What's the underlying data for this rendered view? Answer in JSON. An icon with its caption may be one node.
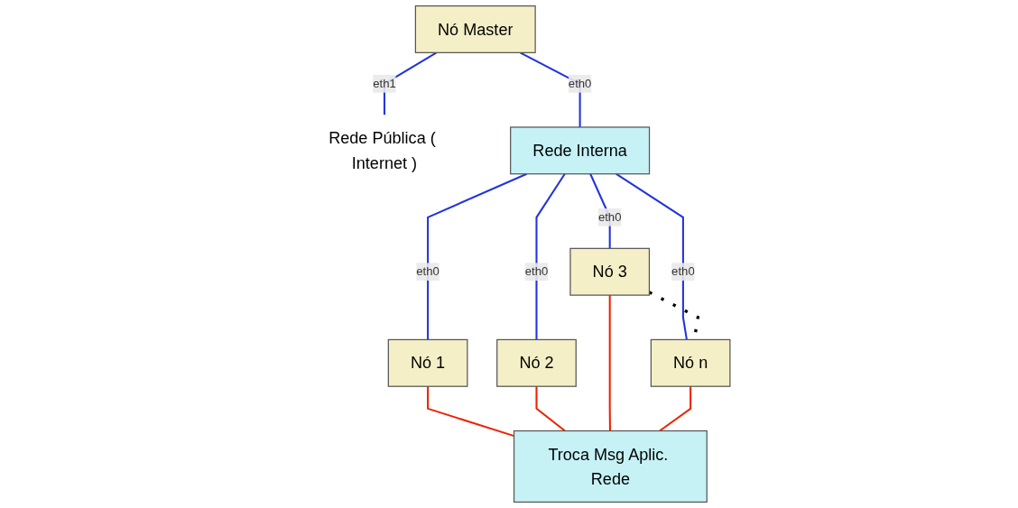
{
  "diagram": {
    "nodes": [
      {
        "text": [
          "Nó Master"
        ]
      },
      {
        "text": [
          "Rede Pública ( Internet )"
        ]
      },
      {
        "text": [
          "Rede Interna"
        ]
      },
      {
        "text": [
          "Nó 1"
        ]
      },
      {
        "text": [
          "Nó 2"
        ]
      },
      {
        "text": [
          "Nó 3"
        ]
      },
      {
        "text": [
          "Nó n"
        ]
      },
      {
        "text": [
          "Troca Msg Aplic. Rede"
        ]
      }
    ],
    "edges": [
      {
        "from": 0,
        "to": 1,
        "arrow": "none",
        "label": "eth1"
      },
      {
        "from": 0,
        "to": 2,
        "arrow": "none",
        "label": "eth0"
      },
      {
        "from": 2,
        "to": 3,
        "arrow": "none",
        "label": "eth0"
      },
      {
        "from": 2,
        "to": 4,
        "arrow": "none",
        "label": "eth0"
      },
      {
        "from": 2,
        "to": 5,
        "arrow": "none",
        "label": "eth0"
      },
      {
        "from": 2,
        "to": 6,
        "arrow": "none",
        "label": "eth0"
      },
      {
        "from": 5,
        "to": 6,
        "arrow": "none",
        "style": "dashed",
        "color": "#000000"
      },
      {
        "from": 3,
        "to": 7,
        "arrow": "none",
        "color": "#ee2200"
      },
      {
        "from": 4,
        "to": 7,
        "arrow": "none",
        "color": "#ee2200"
      },
      {
        "from": 5,
        "to": 7,
        "arrow": "none",
        "color": "#ee2200"
      },
      {
        "from": 6,
        "to": 7,
        "arrow": "none",
        "color": "#ee2200"
      }
    ]
  }
}
